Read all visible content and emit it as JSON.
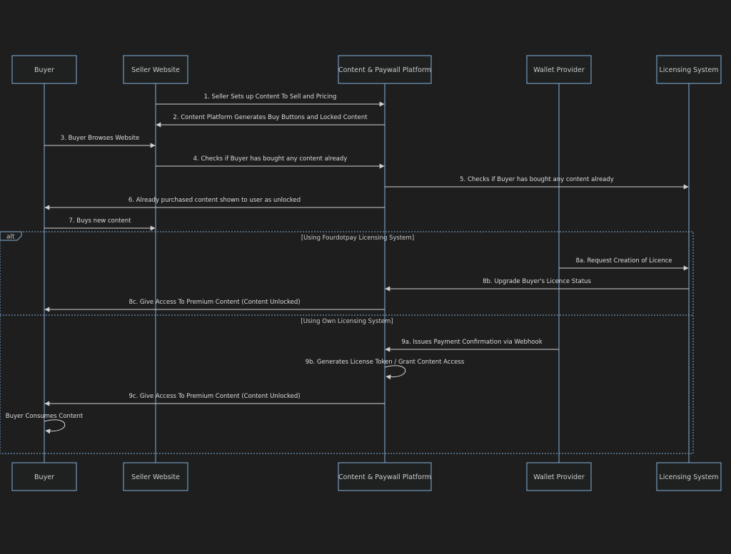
{
  "actors": [
    {
      "id": "buyer",
      "label": "Buyer"
    },
    {
      "id": "seller",
      "label": "Seller Website"
    },
    {
      "id": "platform",
      "label": "Content & Paywall Platform"
    },
    {
      "id": "wallet",
      "label": "Wallet Provider"
    },
    {
      "id": "licensing",
      "label": "Licensing System"
    }
  ],
  "messages": [
    {
      "from": "seller",
      "to": "platform",
      "label": "1. Seller Sets up Content To Sell and Pricing"
    },
    {
      "from": "platform",
      "to": "seller",
      "label": "2. Content Platform Generates Buy Buttons and Locked Content"
    },
    {
      "from": "buyer",
      "to": "seller",
      "label": "3. Buyer Browses Website"
    },
    {
      "from": "seller",
      "to": "platform",
      "label": "4. Checks if Buyer has bought any content already"
    },
    {
      "from": "platform",
      "to": "licensing",
      "label": "5. Checks if Buyer has bought any content already"
    },
    {
      "from": "platform",
      "to": "buyer",
      "label": "6. Already purchased content shown to user as unlocked"
    },
    {
      "from": "buyer",
      "to": "seller",
      "label": "7. Buys new content"
    },
    {
      "from": "wallet",
      "to": "licensing",
      "label": "8a. Request Creation of Licence"
    },
    {
      "from": "licensing",
      "to": "platform",
      "label": "8b. Upgrade Buyer's Licence Status"
    },
    {
      "from": "platform",
      "to": "buyer",
      "label": "8c. Give Access To Premium Content (Content Unlocked)"
    },
    {
      "from": "wallet",
      "to": "platform",
      "label": "9a. Issues Payment Confirmation via Webhook"
    },
    {
      "from": "platform",
      "to": "platform",
      "label": "9b. Generates License Token / Grant Content Access"
    },
    {
      "from": "platform",
      "to": "buyer",
      "label": "9c. Give Access To Premium Content (Content Unlocked)"
    },
    {
      "from": "buyer",
      "to": "buyer",
      "label": "Buyer Consumes Content"
    }
  ],
  "alt_frame": {
    "label": "alt",
    "sections": [
      {
        "condition": "[Using Fourdotpay Licensing System]"
      },
      {
        "condition": "[Using Own Licensing System]"
      }
    ]
  }
}
